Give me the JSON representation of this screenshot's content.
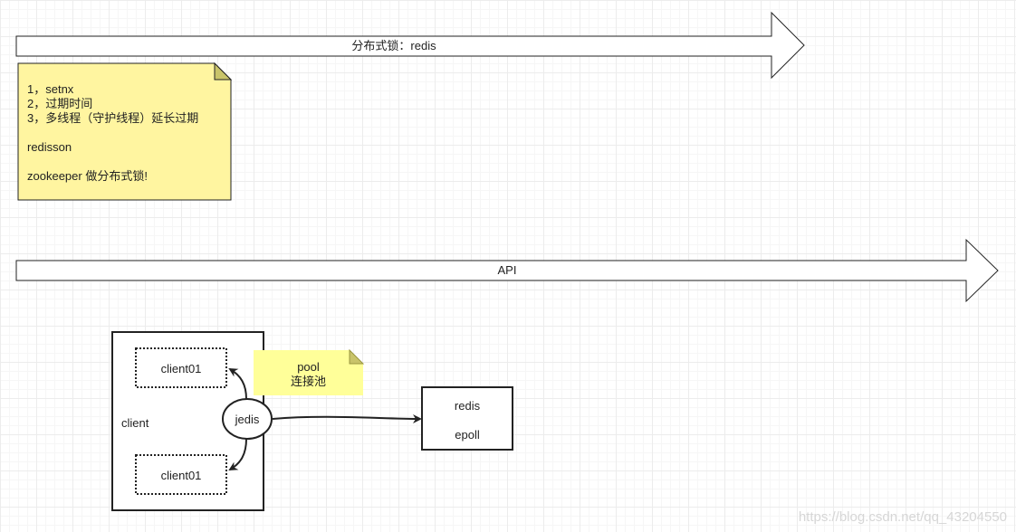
{
  "arrows": {
    "top_label": "分布式锁：redis",
    "api_label": "API"
  },
  "note_main": {
    "lines": [
      "1，setnx",
      "2，过期时间",
      "3，多线程（守护线程）延长过期",
      "",
      "redisson",
      "",
      "zookeeper  做分布式锁!"
    ]
  },
  "client_box": {
    "label": "client",
    "client_top": "client01",
    "client_bottom": "client01"
  },
  "jedis": {
    "label": "jedis"
  },
  "pool_note": {
    "line1": "pool",
    "line2": "连接池"
  },
  "redis_box": {
    "line1": "redis",
    "line2": "epoll"
  },
  "colors": {
    "note_fill": "#fff5a0",
    "note_fold": "#c9c46a",
    "pool_fill": "#ffff99",
    "stroke": "#222222"
  },
  "watermark": "https://blog.csdn.net/qq_43204550"
}
